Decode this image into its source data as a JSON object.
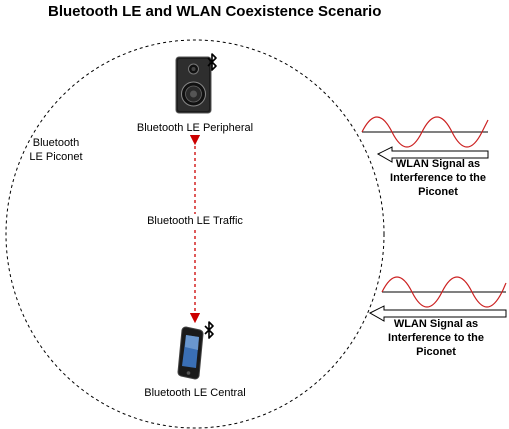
{
  "title": "Bluetooth LE and WLAN Coexistence Scenario",
  "piconet_label_line1": "Bluetooth",
  "piconet_label_line2": "LE Piconet",
  "peripheral_label": "Bluetooth LE Peripheral",
  "central_label": "Bluetooth LE Central",
  "traffic_label": "Bluetooth LE Traffic",
  "interference_top": {
    "line1": "WLAN Signal as",
    "line2": "Interference to the",
    "line3": "Piconet"
  },
  "interference_bottom": {
    "line1": "WLAN Signal as",
    "line2": "Interference to the",
    "line3": "Piconet"
  },
  "colors": {
    "traffic_arrow": "#cc0000",
    "wave": "#cc2222",
    "piconet_border": "#000000"
  },
  "icons": {
    "peripheral": "speaker-icon",
    "central": "smartphone-icon",
    "bluetooth": "bluetooth-icon"
  }
}
